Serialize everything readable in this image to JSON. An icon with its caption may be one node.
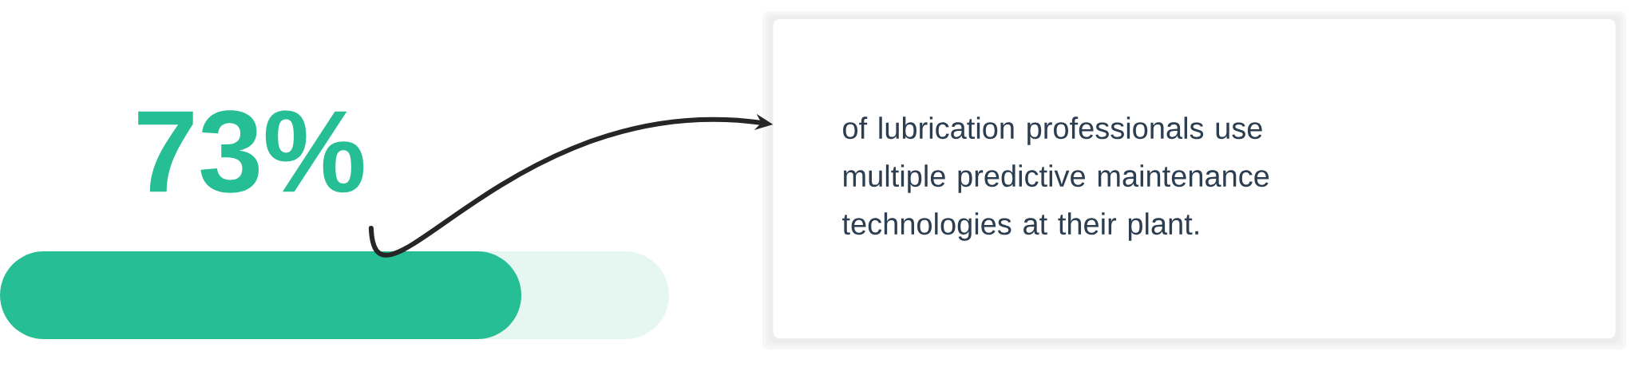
{
  "diagram": {
    "nodes": [
      {
        "text": [
          "73%"
        ]
      },
      {
        "text": [
          "of lubrication professionals use multiple predictive maintenance technologies at their plant."
        ]
      }
    ],
    "edges": [
      {
        "from": 0,
        "to": 1,
        "arrow": "to"
      }
    ]
  }
}
